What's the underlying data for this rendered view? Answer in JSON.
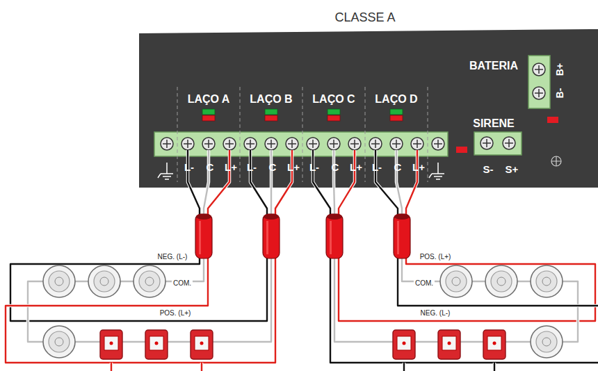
{
  "diagram": {
    "title": "CLASSE A",
    "labels": [
      "BATERIA",
      "B+",
      "B-",
      "LAÇO A",
      "LAÇO B",
      "LAÇO C",
      "LAÇO D",
      "SIRENE",
      "L-",
      "C",
      "L+",
      "L-",
      "C",
      "L+",
      "L-",
      "C",
      "L+",
      "L-",
      "C",
      "L+",
      "S-",
      "S+",
      "NEG. (L-)",
      "COM.",
      "POS. (L+)",
      "POS. (L+)",
      "COM.",
      "NEG. (L-)"
    ]
  }
}
